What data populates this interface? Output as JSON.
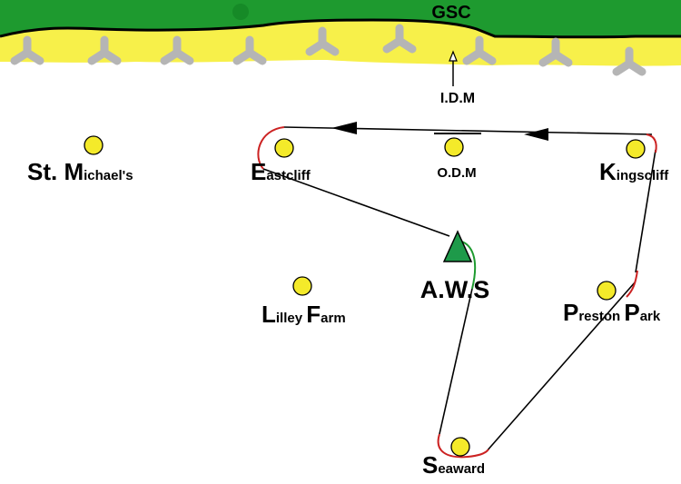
{
  "header": {
    "label": "GSC"
  },
  "markers": {
    "idm": "I.D.M",
    "aws": "A.W.S"
  },
  "places": {
    "st_michaels": {
      "cap1": "St. ",
      "cap2": "M",
      "rest": "ichael's"
    },
    "eastcliff": {
      "cap": "E",
      "rest": "astcliff"
    },
    "odm": {
      "text": "O.D.M"
    },
    "kingscliff": {
      "cap": "K",
      "rest": "ingscliff"
    },
    "lilley_farm": {
      "cap1": "L",
      "rest1": "illey ",
      "cap2": "F",
      "rest2": "arm"
    },
    "preston_park": {
      "cap1": "P",
      "rest1": "reston ",
      "cap2": "P",
      "rest2": "ark"
    },
    "seaward": {
      "cap": "S",
      "rest": "eaward"
    }
  },
  "colors": {
    "grass": "#1e9a2f",
    "sand": "#f7f04a",
    "coast_line": "#000000",
    "groyne": "#b5b5b5",
    "waypoint_fill": "#f4ea2a",
    "turn_red": "#cc2222",
    "turn_green": "#1e9a2f",
    "aws_marker": "#1e9a4a"
  }
}
